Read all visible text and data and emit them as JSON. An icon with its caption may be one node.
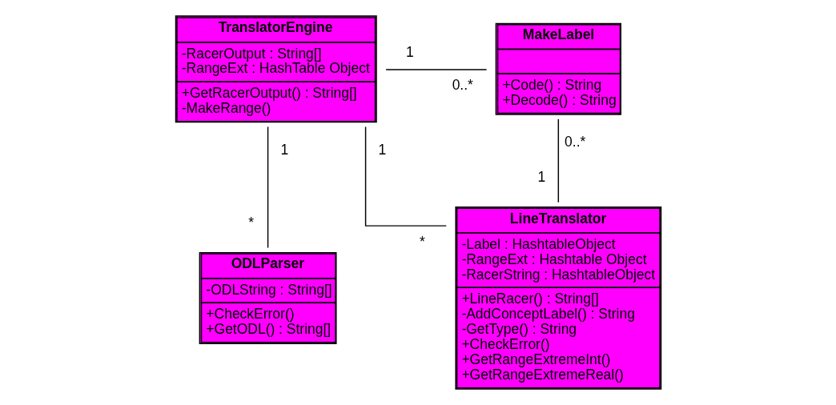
{
  "diagram": {
    "nodes": [
      {
        "text": [
          "TranslatorEngine",
          "-RacerOutput : String[] -RangeExt : HashTable Object",
          "+GetRacerOutput() : String[] -MakeRange()"
        ]
      },
      {
        "text": [
          "MakeLabel",
          "+Code() : String +Decode() : String"
        ]
      },
      {
        "text": [
          "ODLParser",
          "-ODLString : String[]",
          "+CheckError() +GetODL() : String[]"
        ]
      },
      {
        "text": [
          "LineTranslator",
          "-Label : HashtableObject -RangeExt : Hashtable Object -RacerString : HashtableObject",
          "+LineRacer() : String[] -AddConceptLabel() : String -GetType() : String +CheckError() +GetRangeExtremeInt() +GetRangeExtremeReal()"
        ]
      }
    ],
    "edges": [
      {
        "from": 0,
        "to": 2,
        "arrow": "none"
      },
      {
        "from": 0,
        "to": 3,
        "arrow": "none"
      },
      {
        "from": 0,
        "to": 1,
        "arrow": "none"
      },
      {
        "from": 3,
        "to": 1,
        "arrow": "none"
      }
    ],
    "labels": [
      "1",
      "*",
      "1",
      "1",
      "0..*",
      "*",
      "0..*",
      "1"
    ]
  }
}
